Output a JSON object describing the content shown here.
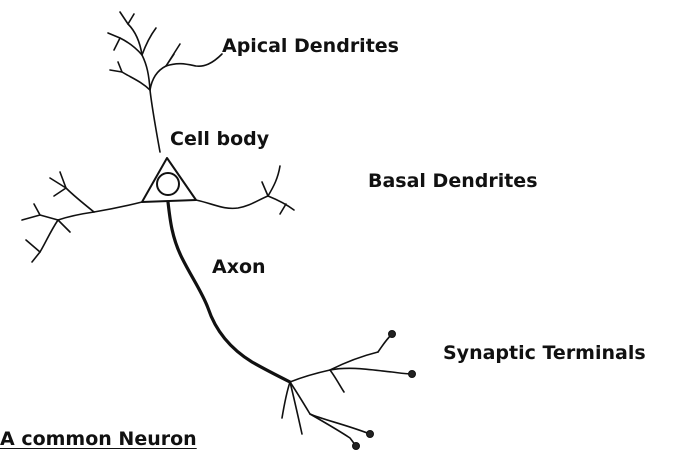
{
  "labels": {
    "apical_dendrites": "Apical Dendrites",
    "cell_body": "Cell body",
    "basal_dendrites": "Basal Dendrites",
    "axon": "Axon",
    "synaptic_terminals": "Synaptic Terminals",
    "caption": "A common Neuron"
  }
}
